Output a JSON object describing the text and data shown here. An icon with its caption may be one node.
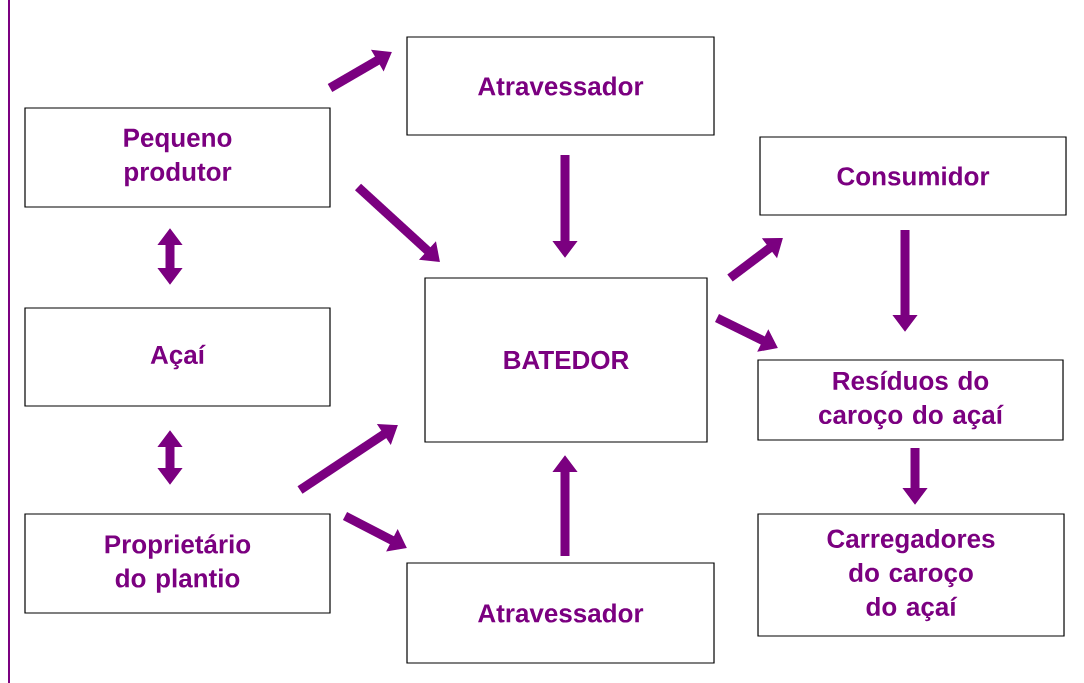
{
  "diagram": {
    "nodes": [
      {
        "text": [
          "Pequeno produtor"
        ]
      },
      {
        "text": [
          "Atravessador"
        ]
      },
      {
        "text": [
          "Consumidor"
        ]
      },
      {
        "text": [
          "Açaí"
        ]
      },
      {
        "text": [
          "BATEDOR"
        ]
      },
      {
        "text": [
          "Resíduos do caroço do açaí"
        ]
      },
      {
        "text": [
          "Proprietário do plantio"
        ]
      },
      {
        "text": [
          "Atravessador"
        ]
      },
      {
        "text": [
          "Carregadores do caroço do açaí"
        ]
      }
    ],
    "edges": [
      {
        "from": 0,
        "to": 1,
        "arrow": "to"
      },
      {
        "from": 0,
        "to": 4,
        "arrow": "to"
      },
      {
        "from": 1,
        "to": 4,
        "arrow": "to"
      },
      {
        "from": 0,
        "to": 3,
        "arrow": "both"
      },
      {
        "from": 3,
        "to": 6,
        "arrow": "both"
      },
      {
        "from": 6,
        "to": 4,
        "arrow": "to"
      },
      {
        "from": 6,
        "to": 7,
        "arrow": "to"
      },
      {
        "from": 7,
        "to": 4,
        "arrow": "to"
      },
      {
        "from": 4,
        "to": 2,
        "arrow": "to"
      },
      {
        "from": 4,
        "to": 5,
        "arrow": "to"
      },
      {
        "from": 2,
        "to": 5,
        "arrow": "to"
      },
      {
        "from": 5,
        "to": 8,
        "arrow": "to"
      }
    ]
  }
}
